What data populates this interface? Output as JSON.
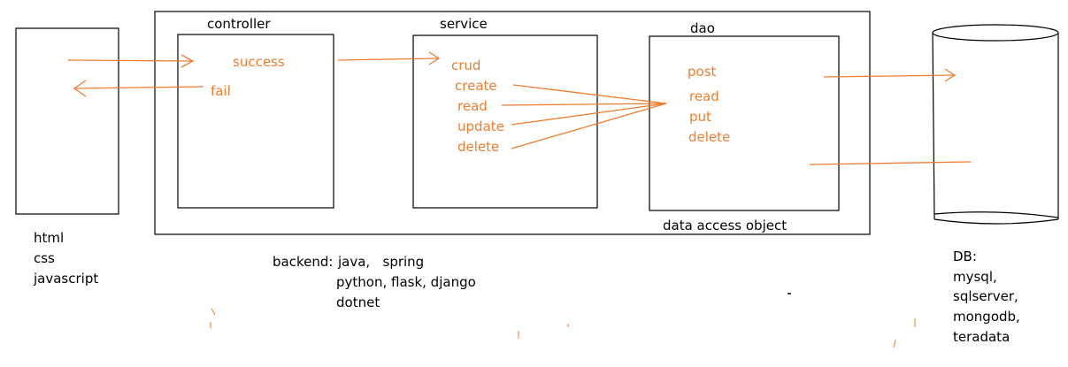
{
  "frontend": {
    "techs": [
      "html",
      "css",
      "javascript"
    ]
  },
  "controller": {
    "title": "controller",
    "success": "success",
    "fail": "fail"
  },
  "service": {
    "title": "service",
    "items": [
      "crud",
      "create",
      "read",
      "update",
      "delete"
    ]
  },
  "dao": {
    "title": "dao",
    "items": [
      "post",
      "read",
      "put",
      "delete"
    ],
    "caption": "data access object"
  },
  "backend": {
    "label": "backend:",
    "lines": [
      "java,   spring",
      "python, flask, django",
      "dotnet"
    ]
  },
  "db": {
    "lines": [
      "DB:",
      "mysql,",
      "sqlserver,",
      "mongodb,",
      "teradata"
    ]
  },
  "colors": {
    "arrow": "#ed7d31",
    "outline": "#000000"
  }
}
